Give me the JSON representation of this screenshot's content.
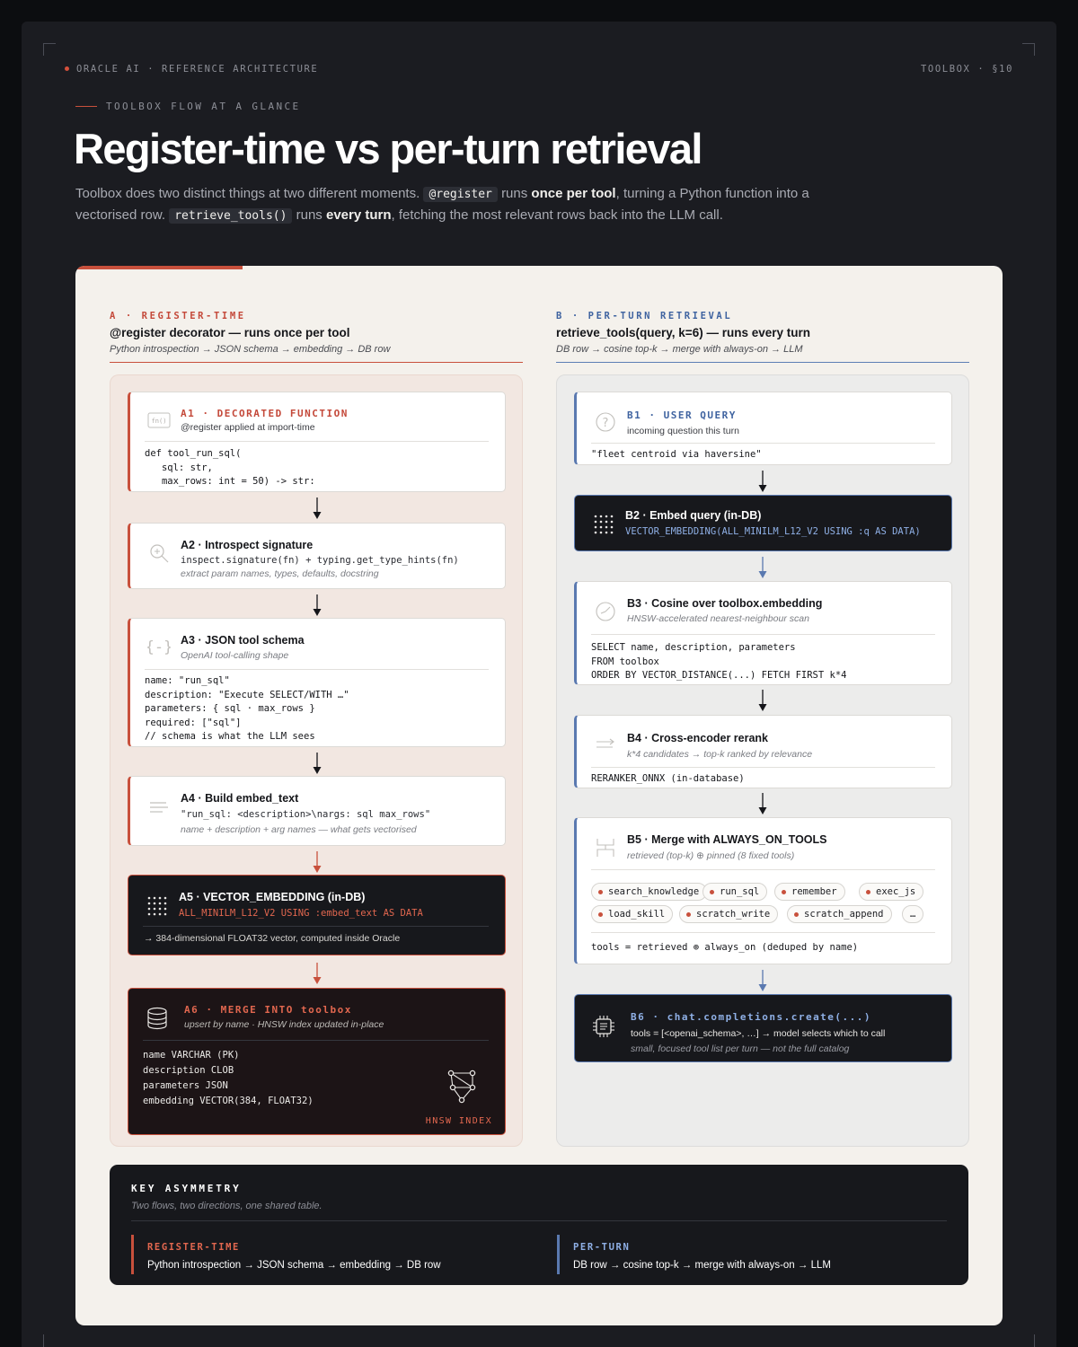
{
  "header": {
    "brand": "ORACLE AI · REFERENCE ARCHITECTURE",
    "section": "TOOLBOX · §10",
    "eyebrow": "TOOLBOX FLOW AT A GLANCE",
    "title": "Register-time vs per-turn retrieval"
  },
  "lede": {
    "p1": "Toolbox does two distinct things at two different moments.",
    "code1": "@register",
    "p2": "runs",
    "b1": "once per tool",
    "p3": ", turning a Python function into a vectorised row.",
    "code2": "retrieve_tools()",
    "p4": "runs",
    "b2": "every turn",
    "p5": ", fetching the most relevant rows back into the LLM call."
  },
  "colA": {
    "tag": "A · REGISTER-TIME",
    "heading": "@register decorator — runs once per tool",
    "sub": "Python introspection → JSON schema → embedding → DB row",
    "a1": {
      "title": "A1 · DECORATED FUNCTION",
      "sub": "@register applied at import-time",
      "code": "def tool_run_sql(\n   sql: str,\n   max_rows: int = 50) -> str:"
    },
    "a2": {
      "title": "A2 · Introspect signature",
      "mono": "inspect.signature(fn) + typing.get_type_hints(fn)",
      "sub": "extract param names, types, defaults, docstring"
    },
    "a3": {
      "title": "A3 · JSON tool schema",
      "sub": "OpenAI tool-calling shape",
      "code": "name: \"run_sql\"\ndescription: \"Execute SELECT/WITH …\"\nparameters: { sql · max_rows }\nrequired: [\"sql\"]\n// schema is what the LLM sees"
    },
    "a4": {
      "title": "A4 · Build embed_text",
      "mono": "\"run_sql: <description>\\nargs: sql max_rows\"",
      "sub": "name + description + arg names — what gets vectorised"
    },
    "a5": {
      "title": "A5 · VECTOR_EMBEDDING (in-DB)",
      "mono": "ALL_MINILM_L12_V2 USING :embed_text AS DATA",
      "note": "→ 384-dimensional FLOAT32 vector, computed inside Oracle"
    },
    "a6": {
      "title": "A6 · MERGE INTO toolbox",
      "sub": "upsert by name · HNSW index updated in-place",
      "code": "name VARCHAR (PK)\ndescription CLOB\nparameters JSON\nembedding VECTOR(384, FLOAT32)",
      "badge": "HNSW INDEX"
    }
  },
  "colB": {
    "tag": "B · PER-TURN RETRIEVAL",
    "heading": "retrieve_tools(query, k=6) — runs every turn",
    "sub": "DB row → cosine top-k → merge with always-on → LLM",
    "b1": {
      "title": "B1 · USER QUERY",
      "sub": "incoming question this turn",
      "code": "\"fleet centroid via haversine\""
    },
    "b2": {
      "title": "B2 · Embed query (in-DB)",
      "mono": "VECTOR_EMBEDDING(ALL_MINILM_L12_V2 USING :q AS DATA)"
    },
    "b3": {
      "title": "B3 · Cosine over toolbox.embedding",
      "sub": "HNSW-accelerated nearest-neighbour scan",
      "code": "SELECT name, description, parameters\nFROM toolbox\nORDER BY VECTOR_DISTANCE(...) FETCH FIRST k*4"
    },
    "b4": {
      "title": "B4 · Cross-encoder rerank",
      "sub": "k*4 candidates → top-k ranked by relevance",
      "code": "RERANKER_ONNX (in-database)"
    },
    "b5": {
      "title": "B5 · Merge with ALWAYS_ON_TOOLS",
      "sub": "retrieved (top-k) ⊕ pinned (8 fixed tools)",
      "chips": [
        "search_knowledge",
        "run_sql",
        "remember",
        "exec_js",
        "load_skill",
        "scratch_write",
        "scratch_append",
        "…"
      ],
      "code": "tools = retrieved ⊕ always_on (deduped by name)"
    },
    "b6": {
      "title": "B6 · chat.completions.create(...)",
      "line1": "tools = [<openai_schema>, …] → model selects which to call",
      "line2": "small, focused tool list per turn — not the full catalog"
    }
  },
  "key": {
    "title": "KEY ASYMMETRY",
    "sub": "Two flows, two directions, one shared table.",
    "left": {
      "title": "REGISTER-TIME",
      "desc": "Python introspection → JSON schema → embedding → DB row"
    },
    "right": {
      "title": "PER-TURN",
      "desc": "DB row → cosine top-k → merge with always-on → LLM"
    }
  },
  "colors": {
    "accent_red": "#c8503c",
    "accent_blue": "#5a79b0",
    "dark": "#17181c",
    "panel": "#f4f1ec"
  }
}
